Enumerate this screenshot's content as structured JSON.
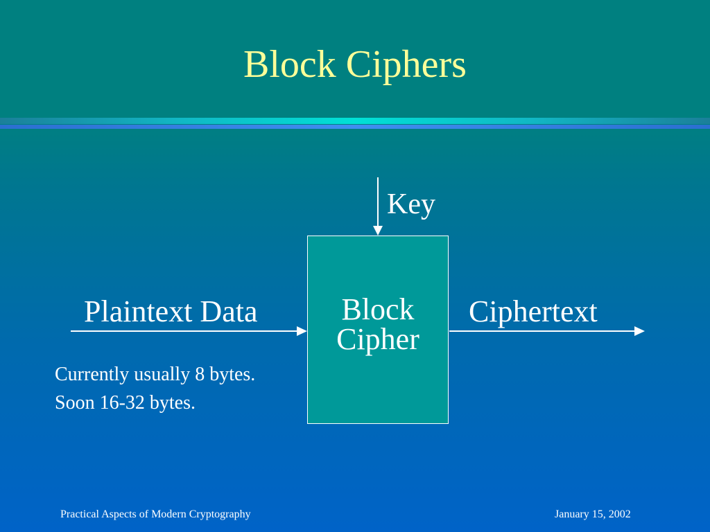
{
  "slide": {
    "title": "Block Ciphers",
    "footer_left": "Practical Aspects of Modern Cryptography",
    "footer_right": "January 15, 2002"
  },
  "diagram": {
    "key_label": "Key",
    "input_label": "Plaintext Data",
    "output_label": "Ciphertext",
    "box_line1": "Block",
    "box_line2": "Cipher",
    "note_line1": "Currently usually 8 bytes.",
    "note_line2": "Soon 16-32 bytes."
  },
  "colors": {
    "title": "#ffff99",
    "box_fill": "#009999",
    "text": "#ffffff"
  }
}
